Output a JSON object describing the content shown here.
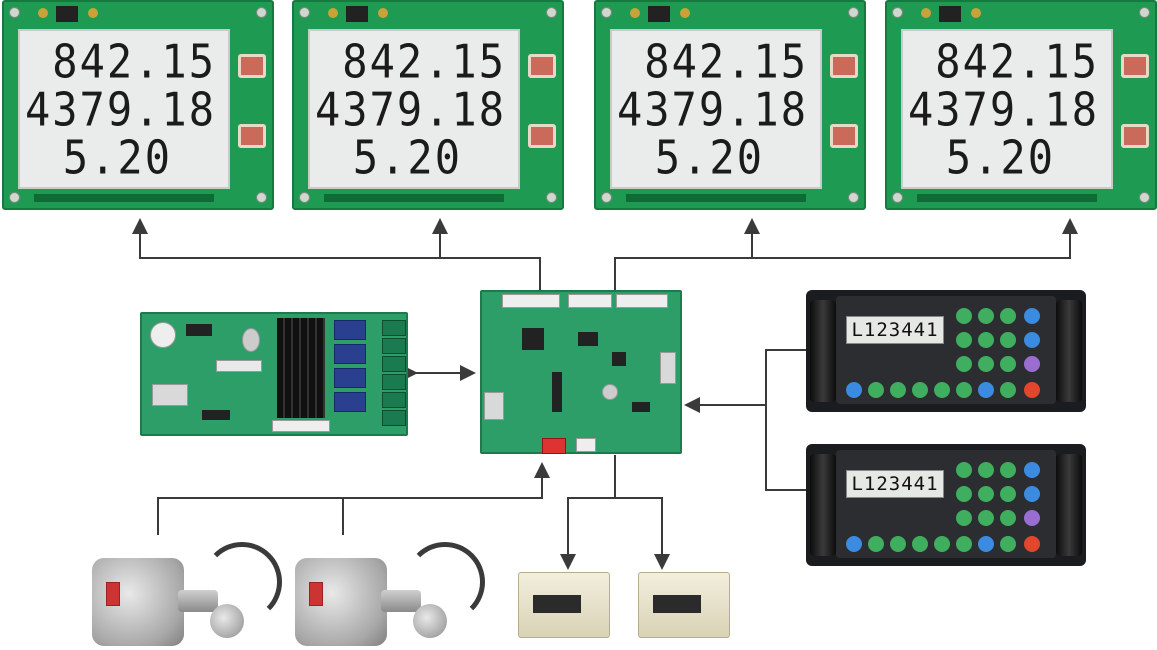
{
  "lcd_displays": [
    {
      "line1": "842.15",
      "line2": "4379.18",
      "line3": "5.20"
    },
    {
      "line1": "842.15",
      "line2": "4379.18",
      "line3": "5.20"
    },
    {
      "line1": "842.15",
      "line2": "4379.18",
      "line3": "5.20"
    },
    {
      "line1": "842.15",
      "line2": "4379.18",
      "line3": "5.20"
    }
  ],
  "keypads": [
    {
      "display": "L123441"
    },
    {
      "display": "L123441"
    }
  ],
  "colors": {
    "pcb_green": "#2e9e68",
    "lcd_board_green": "#1f9a52",
    "connector_line": "#3a3a3a"
  },
  "icons": {
    "main_board": "control-board",
    "power_board": "power-relay-board",
    "keypad": "keypad-terminal",
    "pulser": "flow-pulser",
    "counter": "mechanical-counter"
  }
}
